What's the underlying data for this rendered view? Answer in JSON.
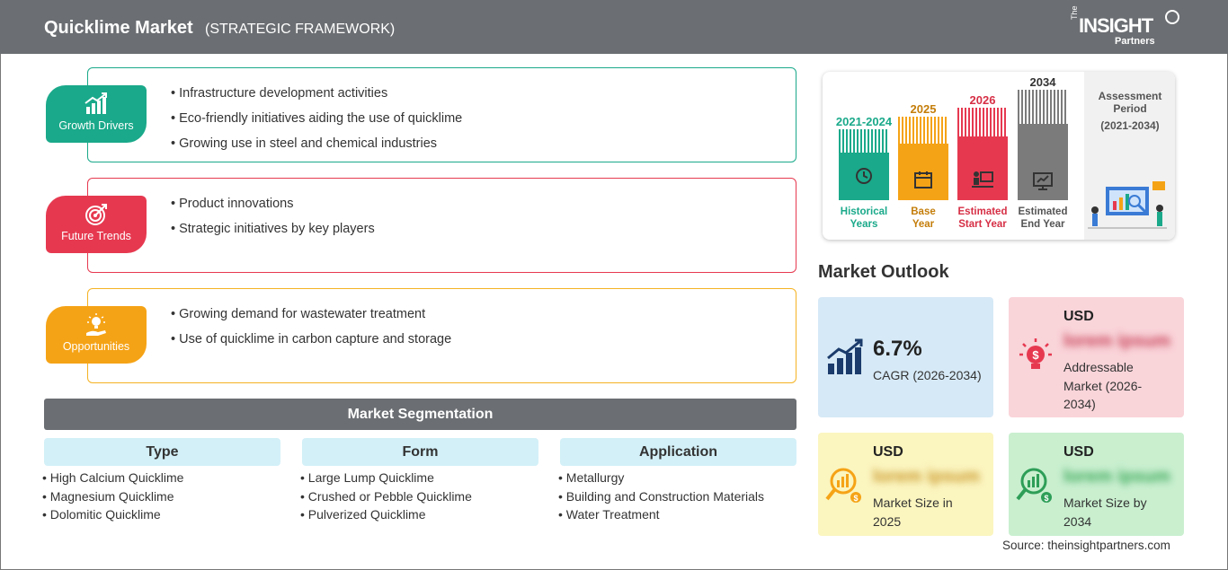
{
  "header": {
    "title": "Quicklime Market",
    "subtitle": "(STRATEGIC FRAMEWORK)",
    "logo": {
      "the": "The",
      "insight": "INSIGHT",
      "partners": "Partners"
    }
  },
  "framework": [
    {
      "label": "Growth Drivers",
      "icon": "growth-chart-icon",
      "color": "#1aa98a",
      "items": [
        "Infrastructure development activities",
        "Eco-friendly initiatives aiding the use of quicklime",
        "Growing use in steel and chemical industries"
      ]
    },
    {
      "label": "Future Trends",
      "icon": "target-icon",
      "color": "#e63950",
      "items": [
        "Product innovations",
        "Strategic initiatives by key players"
      ]
    },
    {
      "label": "Opportunities",
      "icon": "lightbulb-hand-icon",
      "color": "#f5a316",
      "items": [
        "Growing demand for wastewater treatment",
        "Use of quicklime in carbon capture and storage"
      ]
    }
  ],
  "segmentation": {
    "title": "Market Segmentation",
    "columns": [
      {
        "heading": "Type",
        "items": [
          "High Calcium Quicklime",
          "Magnesium Quicklime",
          "Dolomitic Quicklime"
        ]
      },
      {
        "heading": "Form",
        "items": [
          "Large Lump Quicklime",
          "Crushed or Pebble Quicklime",
          "Pulverized Quicklime"
        ]
      },
      {
        "heading": "Application",
        "items": [
          "Metallurgy",
          "Building and Construction Materials",
          "Water Treatment"
        ]
      }
    ]
  },
  "timeline": {
    "periods": [
      {
        "year": "2021-2024",
        "caption_1": "Historical",
        "caption_2": "Years",
        "color": "#1aa98a",
        "icon": "history-icon"
      },
      {
        "year": "2025",
        "caption_1": "Base",
        "caption_2": "Year",
        "color": "#f5a316",
        "icon": "calendar-icon"
      },
      {
        "year": "2026",
        "caption_1": "Estimated",
        "caption_2": "Start Year",
        "color": "#e63950",
        "icon": "presentation-icon"
      },
      {
        "year": "2034",
        "caption_1": "Estimated",
        "caption_2": "End Year",
        "color": "#7b7b7b",
        "icon": "monitor-chart-icon"
      }
    ],
    "assessment": {
      "line_1": "Assessment",
      "line_2": "Period",
      "line_3": "(2021-2034)"
    }
  },
  "outlook": {
    "title": "Market Outlook",
    "cagr": {
      "value": "6.7%",
      "label": "CAGR (2026-2034)",
      "color": "#d6e9f6"
    },
    "addressable": {
      "currency": "USD",
      "value": "lorem ipsum",
      "label_1": "Addressable",
      "label_2": "Market (2026-",
      "label_3": "2034)",
      "color": "#f9d4d9"
    },
    "size_2025": {
      "currency": "USD",
      "value": "lorem ipsum",
      "label_1": "Market Size in",
      "label_2": "2025",
      "color": "#fbf5bf"
    },
    "size_2034": {
      "currency": "USD",
      "value": "lorem ipsum",
      "label_1": "Market Size by",
      "label_2": "2034",
      "color": "#c9efcf"
    }
  },
  "source": "Source: theinsightpartners.com"
}
